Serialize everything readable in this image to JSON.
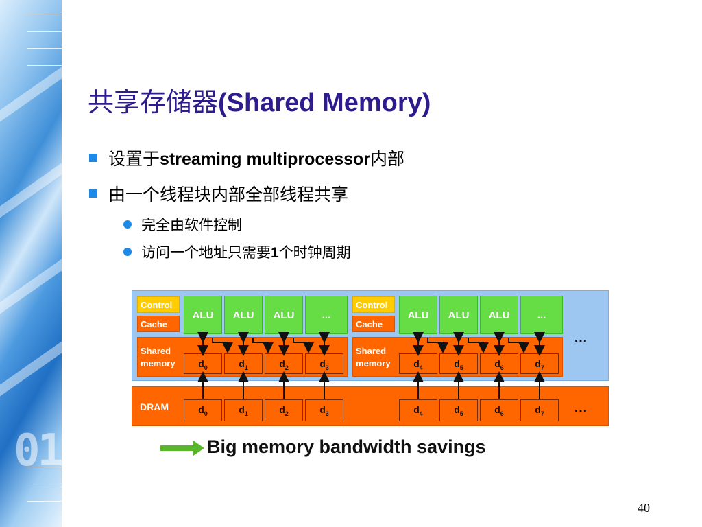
{
  "title": {
    "cn": "共享存储器",
    "en": "(Shared Memory)"
  },
  "bullets": [
    {
      "pre": "设置于",
      "latin": "streaming multiprocessor",
      "post": "内部"
    },
    {
      "text": "由一个线程块内部全部线程共享"
    }
  ],
  "sub_bullets": [
    {
      "text": "完全由软件控制"
    },
    {
      "pre": "访问一个地址只需要",
      "latin": "1",
      "post": "个时钟周期"
    }
  ],
  "diagram": {
    "control_label": "Control",
    "cache_label": "Cache",
    "alu_label": "ALU",
    "more_label": "...",
    "shared_memory_line1": "Shared",
    "shared_memory_line2": "memory",
    "dram_label": "DRAM",
    "ellipsis": "…",
    "d_prefix": "d",
    "left_indices": [
      "0",
      "1",
      "2",
      "3"
    ],
    "right_indices": [
      "4",
      "5",
      "6",
      "7"
    ]
  },
  "caption": "Big memory bandwidth savings",
  "page_number": "40",
  "colors": {
    "title": "#2e1c8f",
    "bullet": "#1e8ae6",
    "orange": "#ff6600",
    "green": "#66dd44",
    "yellow": "#ffcc00",
    "panel": "#9dc6f0"
  }
}
